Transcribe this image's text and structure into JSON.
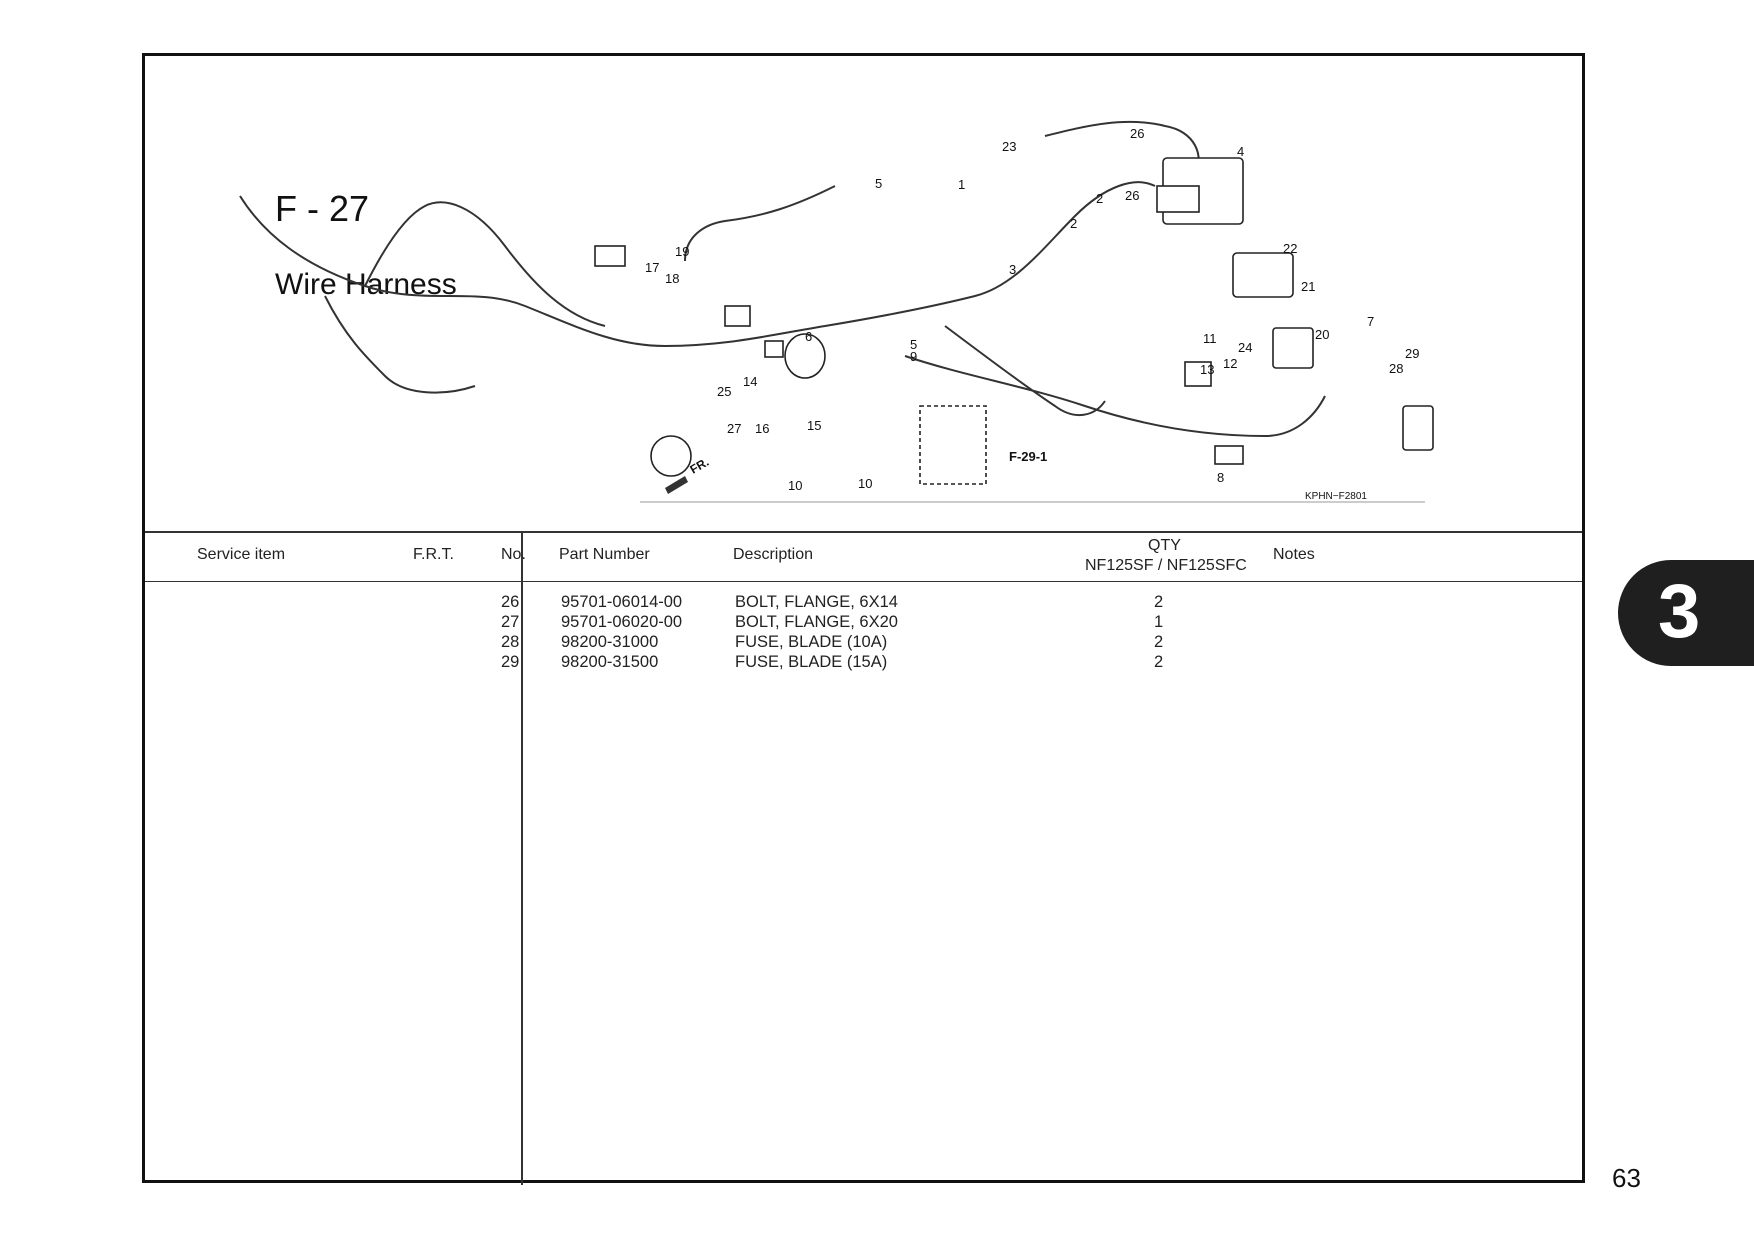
{
  "figure": {
    "code": "F - 27",
    "title": "Wire Harness",
    "diagram_code": "KPHN−F2801",
    "ref_link": "F-29-1",
    "front_marker": "FR.",
    "callouts": [
      "23",
      "26",
      "4",
      "5",
      "1",
      "2",
      "26",
      "2",
      "19",
      "17",
      "18",
      "22",
      "3",
      "21",
      "7",
      "20",
      "6",
      "5",
      "9",
      "11",
      "24",
      "29",
      "12",
      "13",
      "28",
      "14",
      "25",
      "27",
      "16",
      "15",
      "10",
      "10",
      "8"
    ]
  },
  "table": {
    "headers": {
      "service_item": "Service item",
      "frt": "F.R.T.",
      "no": "No.",
      "part_number": "Part Number",
      "description": "Description",
      "qty": "QTY",
      "qty_models": "NF125SF / NF125SFC",
      "notes": "Notes"
    },
    "rows": [
      {
        "no": "26",
        "part_number": "95701-06014-00",
        "description": "BOLT, FLANGE, 6X14",
        "qty": "2"
      },
      {
        "no": "27",
        "part_number": "95701-06020-00",
        "description": "BOLT, FLANGE, 6X20",
        "qty": "1"
      },
      {
        "no": "28",
        "part_number": "98200-31000",
        "description": "FUSE, BLADE (10A)",
        "qty": "2"
      },
      {
        "no": "29",
        "part_number": "98200-31500",
        "description": "FUSE, BLADE (15A)",
        "qty": "2"
      }
    ]
  },
  "section_tab": "3",
  "page_number": "63"
}
